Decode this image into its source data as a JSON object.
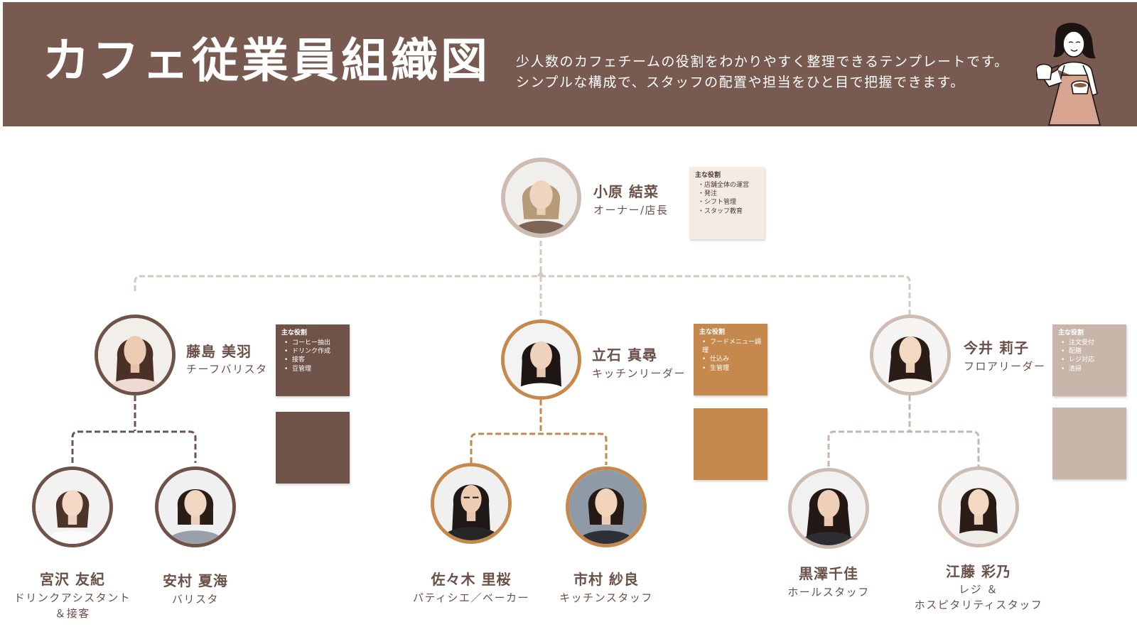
{
  "header": {
    "title": "カフェ従業員組織図",
    "description": [
      "少人数のカフェチームの役割をわかりやすく整理できるテンプレートです。",
      "シンプルな構成で、スタッフの配置や担当をひと目で把握できます。"
    ]
  },
  "colors": {
    "header_bg": "#785a50",
    "text": "#6a5048",
    "brown": "#6f5349",
    "orange": "#c5884d",
    "beige": "#c8b6aa",
    "owner_card": "#f5ebe4"
  },
  "owner": {
    "name": "小原 結菜",
    "role": "オーナー/店長",
    "card": {
      "title": "主な役割",
      "items": [
        "店舗全体の運営",
        "発注",
        "シフト管理",
        "スタッフ教育"
      ]
    }
  },
  "leaders": [
    {
      "name": "藤島 美羽",
      "role": "チーフバリスタ",
      "card": {
        "title": "主な役割",
        "items": [
          "コーヒー抽出",
          "ドリンク作成",
          "接客",
          "豆管理"
        ]
      }
    },
    {
      "name": "立石 真尋",
      "role": "キッチンリーダー",
      "card": {
        "title": "主な役割",
        "items": [
          "フードメニュー調理",
          "仕込み",
          "生管理"
        ]
      }
    },
    {
      "name": "今井 莉子",
      "role": "フロアリーダー",
      "card": {
        "title": "主な役割",
        "items": [
          "注文受付",
          "配膳",
          "レジ対応",
          "清掃"
        ]
      }
    }
  ],
  "staff": [
    {
      "name": "宮沢 友紀",
      "role_lines": [
        "ドリンクアシスタント",
        "＆接客"
      ]
    },
    {
      "name": "安村 夏海",
      "role_lines": [
        "バリスタ"
      ]
    },
    {
      "name": "佐々木 里桜",
      "role_lines": [
        "パティシエ／ベーカー"
      ]
    },
    {
      "name": "市村 紗良",
      "role_lines": [
        "キッチンスタッフ"
      ]
    },
    {
      "name": "黒澤千佳",
      "role_lines": [
        "ホールスタッフ"
      ]
    },
    {
      "name": "江藤 彩乃",
      "role_lines": [
        "レジ ＆",
        "ホスピタリティスタッフ"
      ]
    }
  ]
}
